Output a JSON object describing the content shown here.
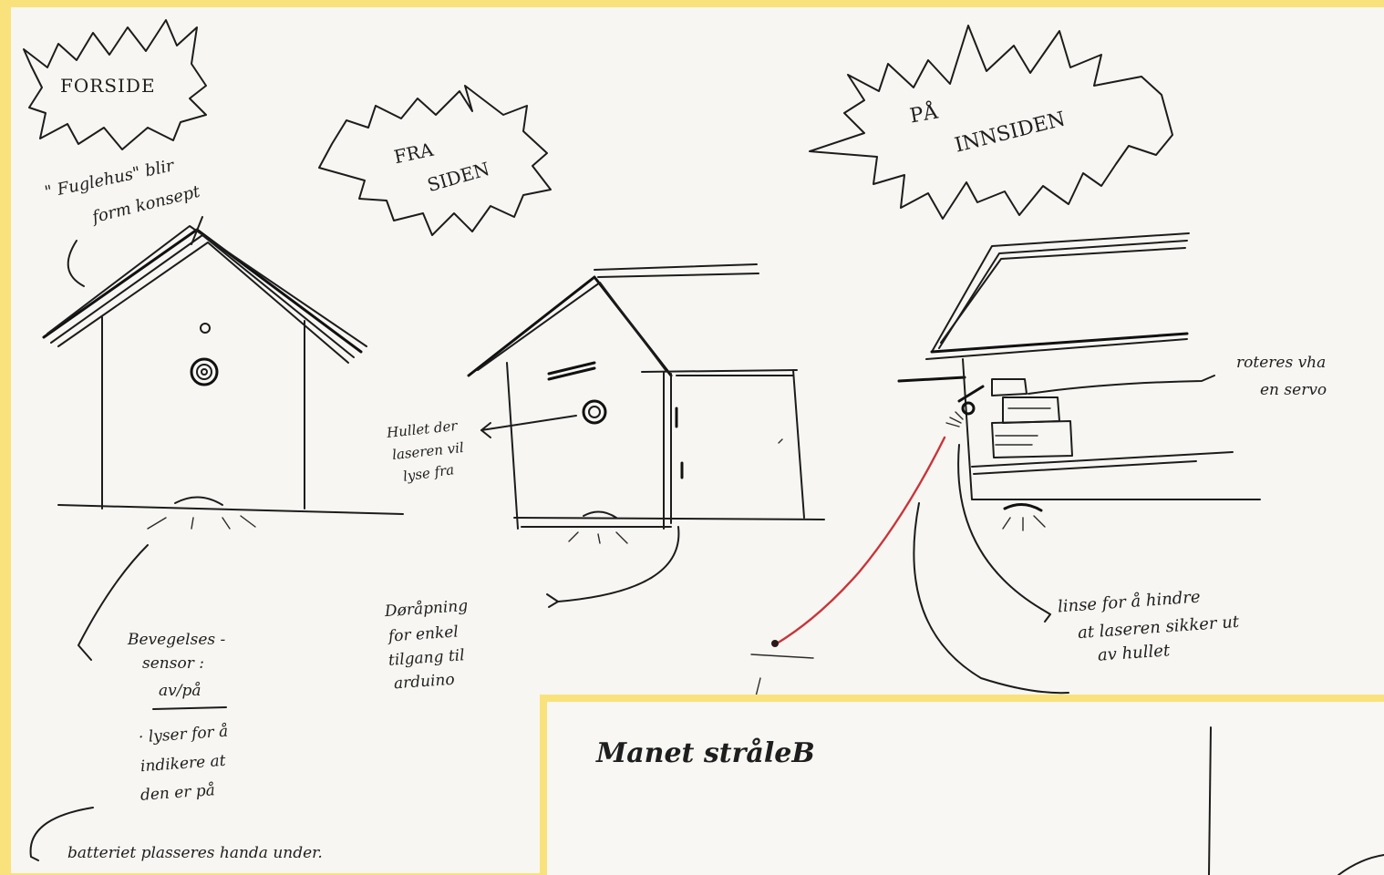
{
  "bubbles": {
    "front": "FORSIDE",
    "side": [
      "FRA",
      "SIDEN"
    ],
    "inside": [
      "PÅ",
      "INNSIDEN"
    ]
  },
  "notes": {
    "concept": [
      "\" Fuglehus\" blir",
      "form konsept"
    ],
    "hole": [
      "Hullet der",
      "laseren vil",
      "lyse fra"
    ],
    "rotate": [
      "roteres vha",
      "en servo"
    ],
    "door": [
      "Døråpning",
      "for enkel",
      "tilgang til",
      "arduino"
    ],
    "lens": [
      "linse for å hindre",
      "at laseren sikker ut",
      "av hullet"
    ],
    "sensor": [
      "Bevegelses -",
      "sensor :",
      "av/på"
    ],
    "indicator": [
      "· lyser for å",
      "indikere at",
      "den er på"
    ],
    "battery": "batteriet plasseres handa under."
  },
  "inset": {
    "title": "Manet stråleΒ"
  },
  "colors": {
    "frame": "#f9e27c",
    "paper": "#f7f6f2",
    "ink": "#1c1c1c",
    "laser": "#c9343a"
  }
}
